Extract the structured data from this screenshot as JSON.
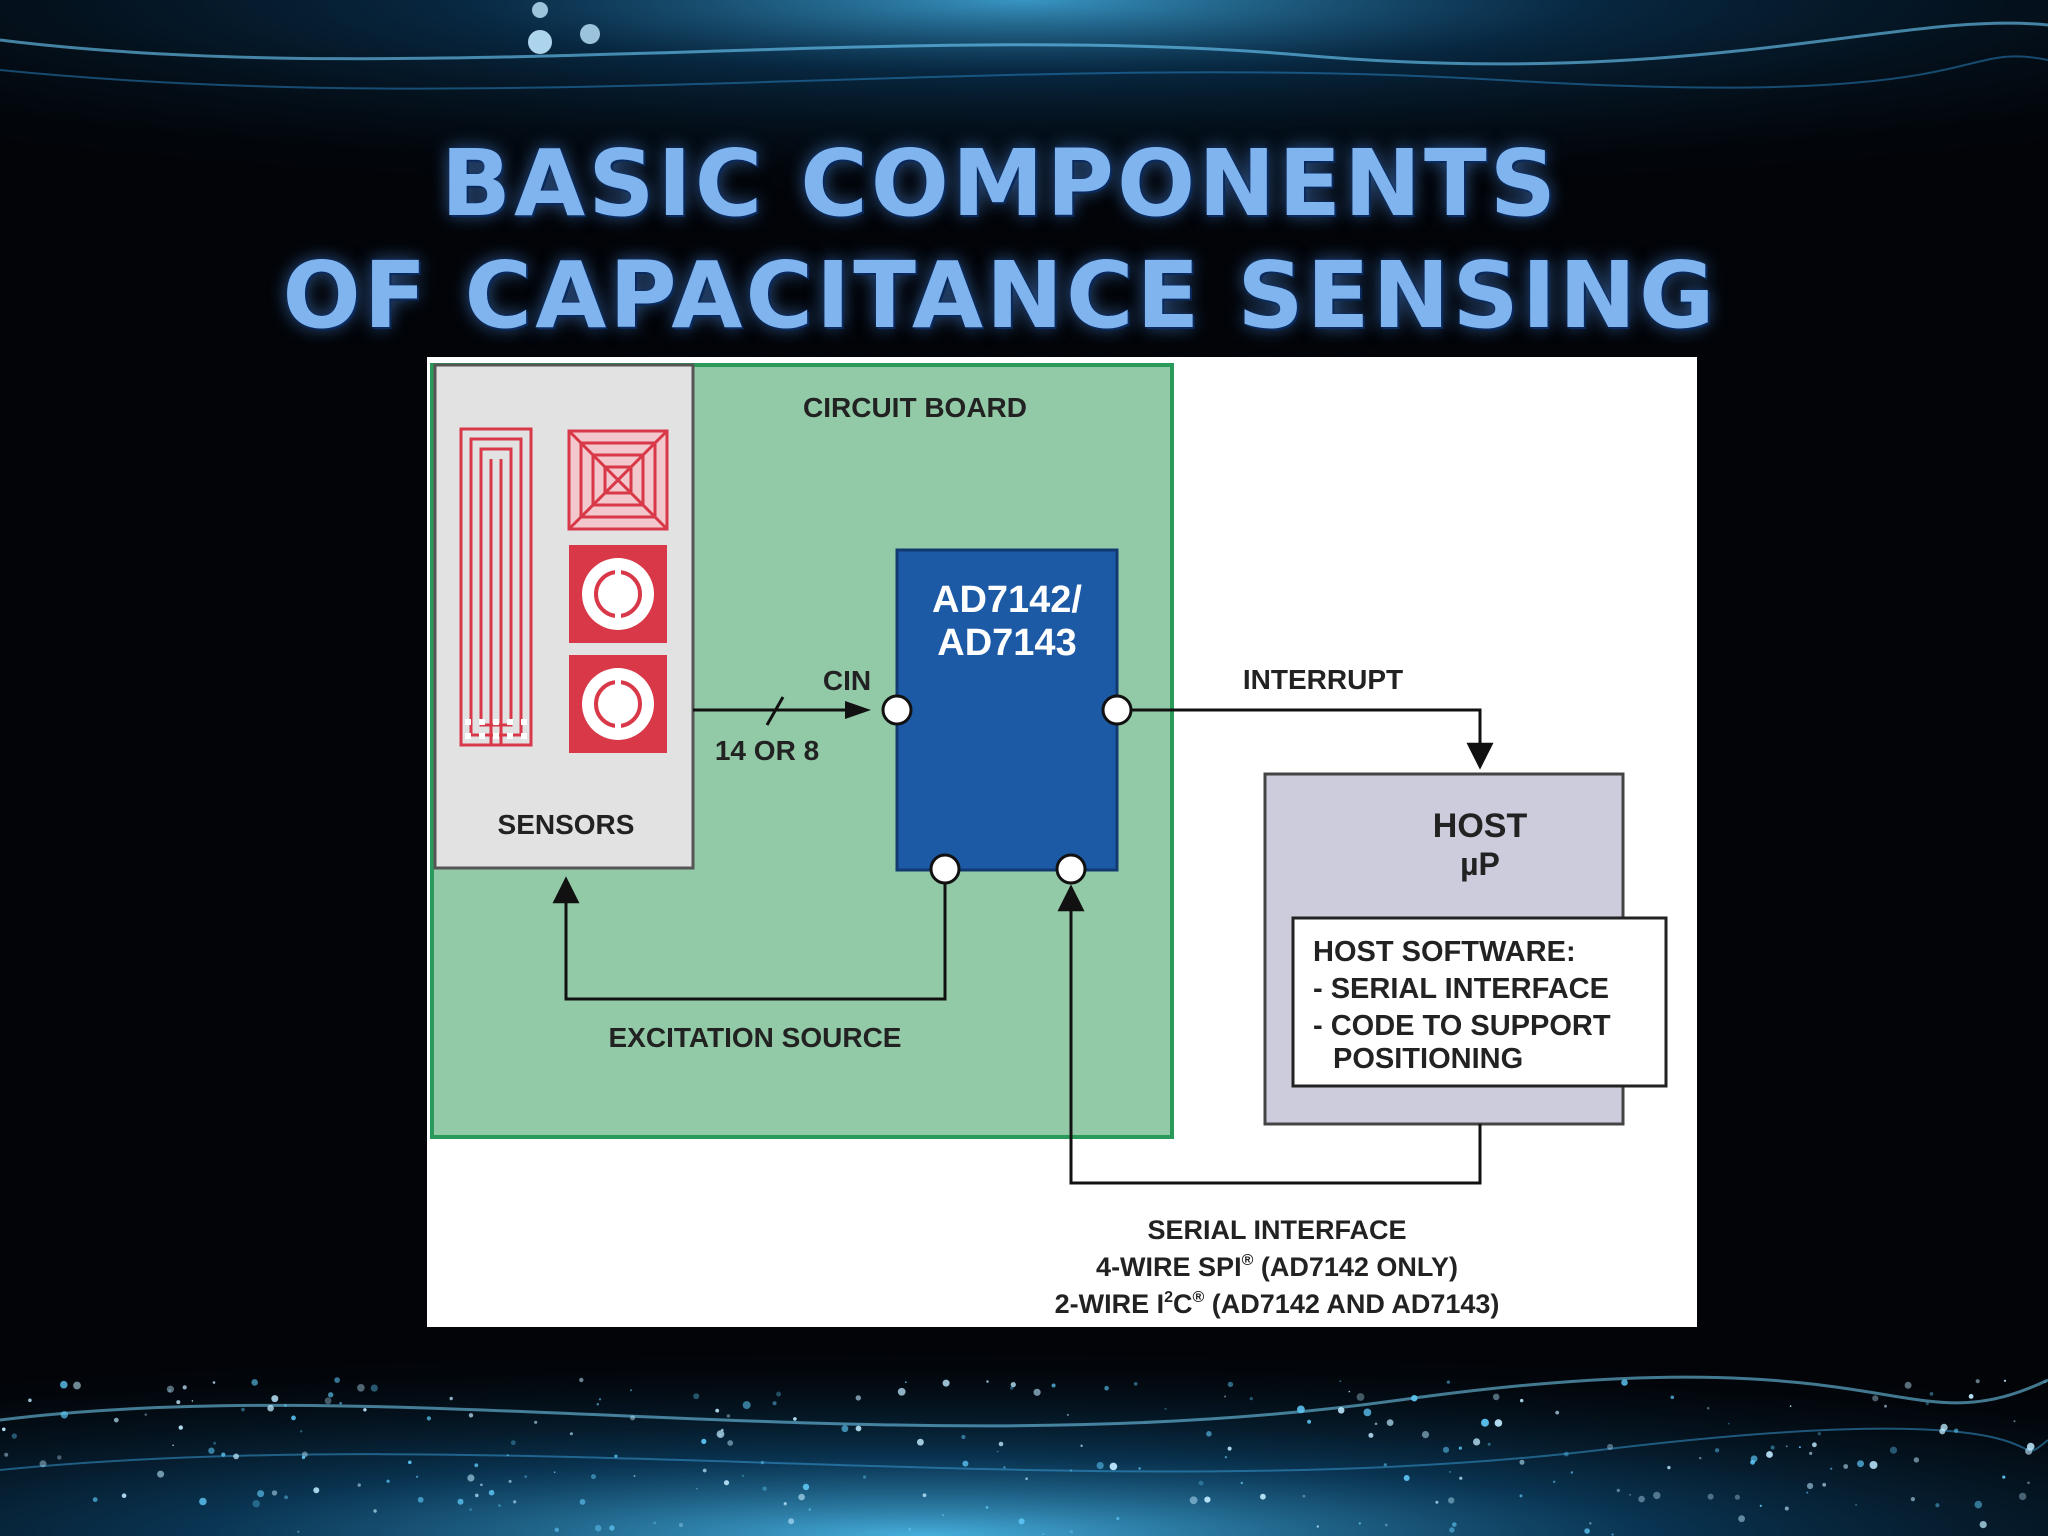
{
  "slide": {
    "title_line1": "BASIC COMPONENTS",
    "title_line2": "OF CAPACITANCE SENSING TECHNOLOGY"
  },
  "diagram": {
    "circuit_board_label": "CIRCUIT BOARD",
    "sensors_label": "SENSORS",
    "chip_line1": "AD7142/",
    "chip_line2": "AD7143",
    "cin_label": "CIN",
    "cin_count_label": "14 OR 8",
    "interrupt_label": "INTERRUPT",
    "excitation_label": "EXCITATION SOURCE",
    "host_line1": "HOST",
    "host_line2": "µP",
    "host_software": {
      "title": "HOST SOFTWARE:",
      "line1": "- SERIAL INTERFACE",
      "line2": "- CODE TO SUPPORT",
      "line3": "POSITIONING"
    },
    "serial": {
      "line1": "SERIAL INTERFACE",
      "line2_prefix": "4-WIRE SPI",
      "line2_suffix": " (AD7142 ONLY)",
      "line3_a": "2-WIRE I",
      "line3_b": "2",
      "line3_c": "C",
      "line3_d": " (AD7142 AND AD7143)",
      "registered_mark": "®"
    }
  },
  "colors": {
    "circuit_board": "#92c9a6",
    "circuit_board_border": "#2a9a5a",
    "chip": "#1c5aa6",
    "host": "#ccccdc",
    "sensor_pattern": "#d83848",
    "title": "#7fb4ee"
  }
}
